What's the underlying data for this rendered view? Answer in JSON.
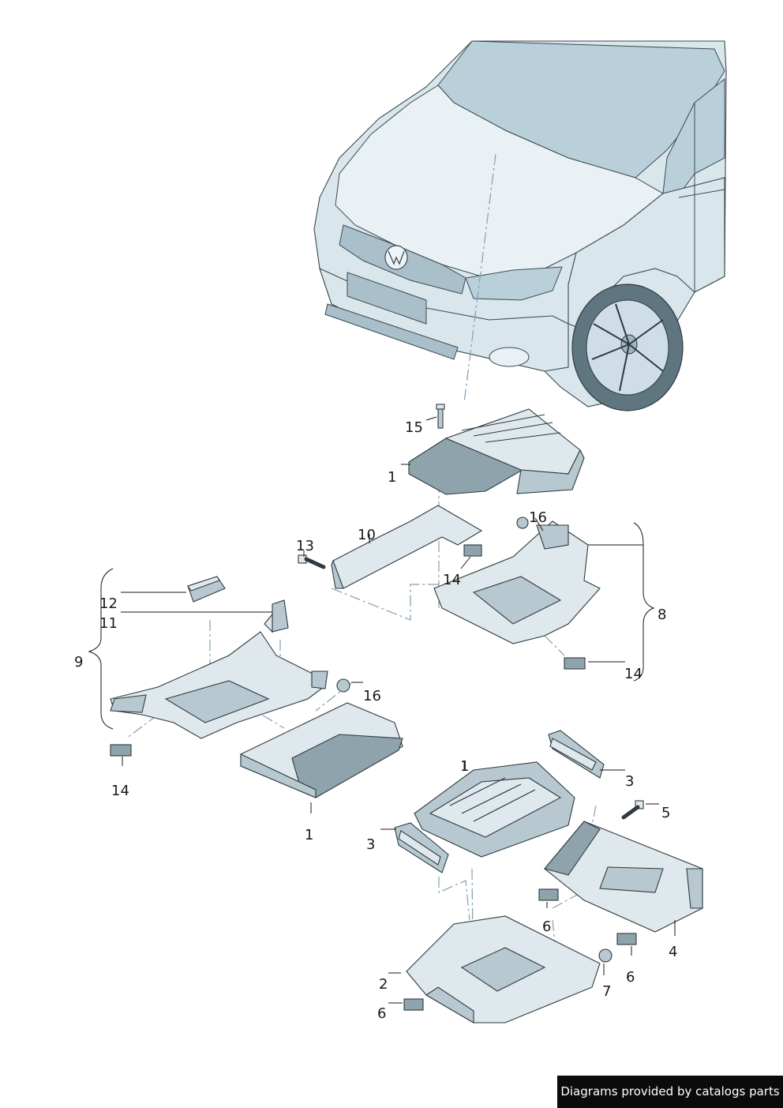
{
  "callouts": {
    "c1_top": "1",
    "c15": "15",
    "c10": "10",
    "c16_top": "16",
    "c13": "13",
    "c14_mid": "14",
    "c8": "8",
    "c14_right": "14",
    "c12": "12",
    "c11": "11",
    "c9": "9",
    "c16_left": "16",
    "c14_left": "14",
    "c1_left": "1",
    "c1_bottom": "1",
    "c3_right": "3",
    "c5": "5",
    "c3_left": "3",
    "c6_center": "6",
    "c4": "4",
    "c6_right": "6",
    "c7": "7",
    "c2": "2",
    "c6_left": "6"
  },
  "footer": {
    "credit": "Diagrams provided by catalogs parts"
  }
}
